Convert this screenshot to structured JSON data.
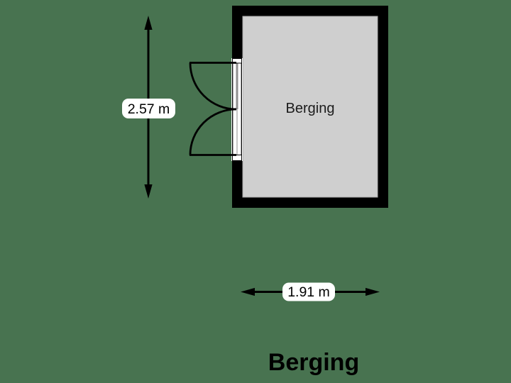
{
  "floorplan": {
    "type": "floor-plan",
    "title": "Berging",
    "room": {
      "label": "Berging",
      "fill": "#CFCFCF",
      "wall_color": "#000000",
      "features": [
        {
          "name": "double-door",
          "wall": "left",
          "swing": "outward"
        }
      ]
    },
    "dimensions": {
      "vertical_label": "2.57 m",
      "horizontal_label": "1.91 m"
    },
    "colors": {
      "background": "#487350",
      "wall": "#000000",
      "room_fill": "#CFCFCF",
      "room_border": "#A8A8A8",
      "dim_line": "#000000",
      "label_bg": "#FFFFFF",
      "text": "#000000",
      "door_panel_dark": "#8F8F8F",
      "door_panel_light": "#C6C6C6"
    }
  }
}
